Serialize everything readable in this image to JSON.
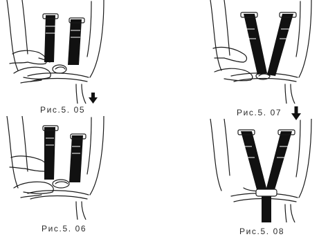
{
  "figures": [
    {
      "label": "Рис.5. 05",
      "has_arrow": true
    },
    {
      "label": "Рис.5. 06",
      "has_arrow": false
    },
    {
      "label": "Рис.5. 07",
      "has_arrow": true
    },
    {
      "label": "Рис.5. 08",
      "has_arrow": false
    }
  ],
  "colors": {
    "ink": "#1a1a1a",
    "strap": "#111111",
    "paper": "#ffffff"
  },
  "icons": {
    "step_arrow": "arrow-down-icon"
  }
}
